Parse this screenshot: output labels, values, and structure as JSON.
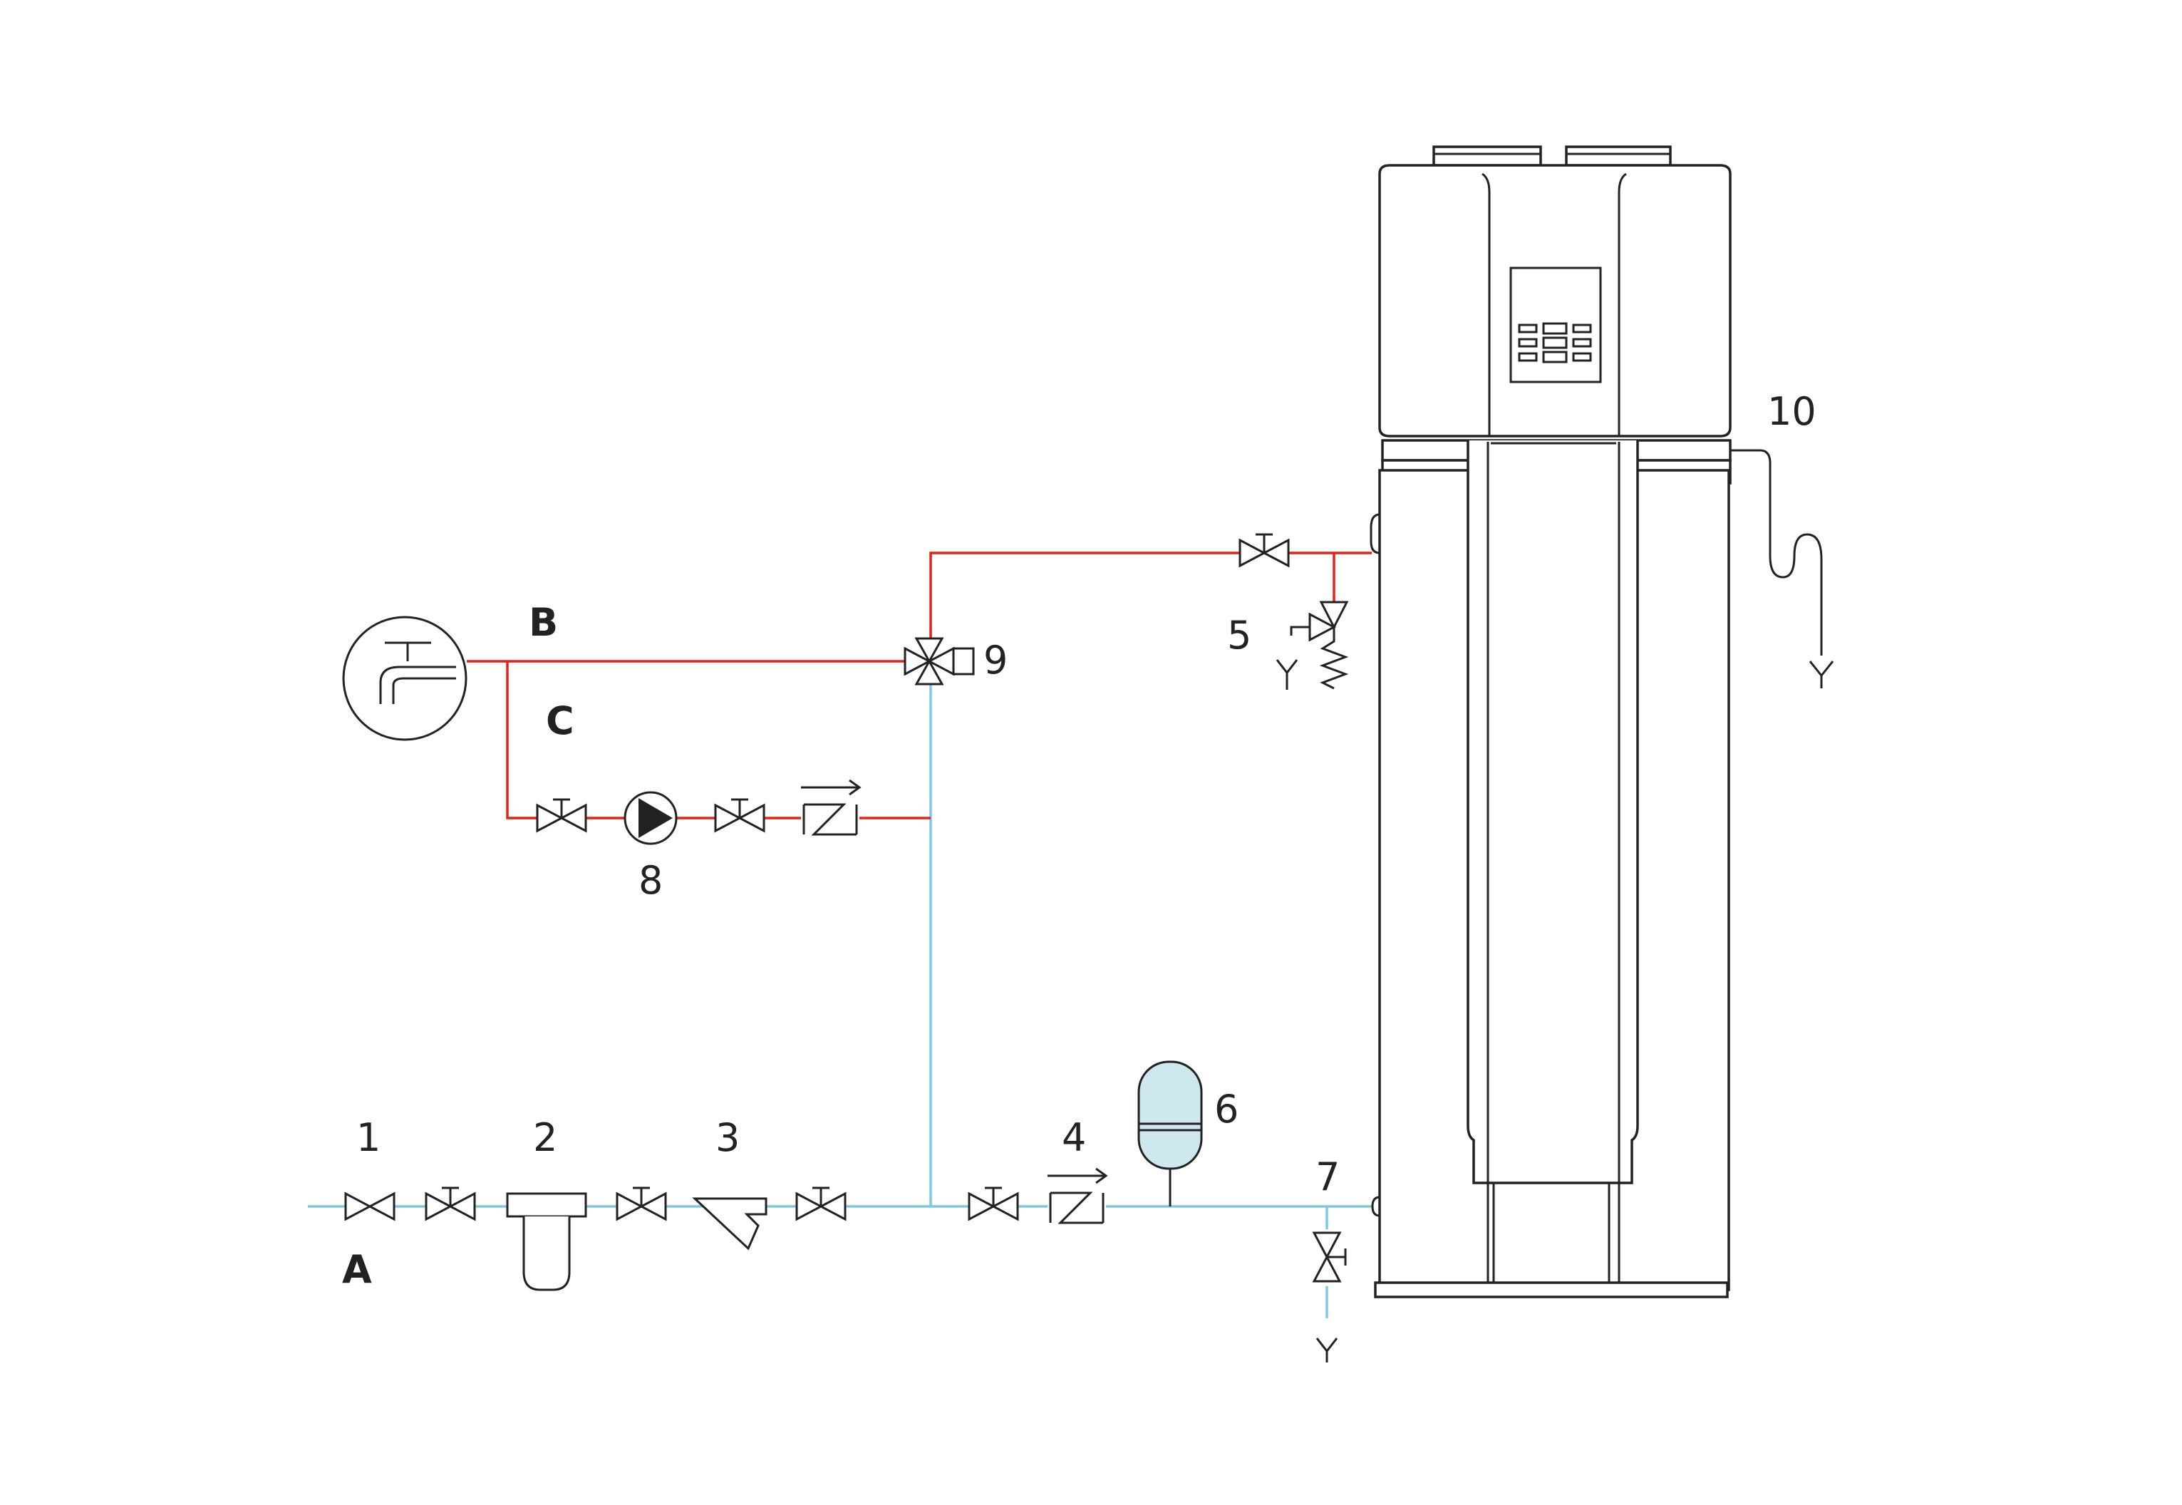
{
  "colors": {
    "hot_pipe": "#e2231a",
    "cold_pipe": "#7ec8e3",
    "line": "#222222",
    "expansion_vessel_fill": "#cde8ee"
  },
  "labels": {
    "A": "A",
    "B": "B",
    "C": "C",
    "n1": "1",
    "n2": "2",
    "n3": "3",
    "n4": "4",
    "n5": "5",
    "n6": "6",
    "n7": "7",
    "n8": "8",
    "n9": "9",
    "n10": "10"
  },
  "icons": [
    "tap-icon",
    "stop-valve-icon",
    "filter-icon",
    "strainer-icon",
    "check-valve-icon",
    "expansion-vessel-icon",
    "drain-valve-icon",
    "circulation-pump-icon",
    "three-way-valve-icon",
    "safety-valve-icon",
    "drain-funnel-icon",
    "heat-pump-water-heater-icon"
  ]
}
